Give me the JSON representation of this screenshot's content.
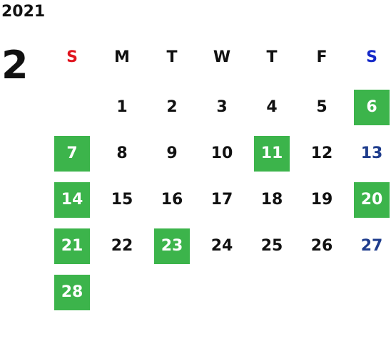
{
  "calendar": {
    "year": "2021",
    "month": "2",
    "weekdays": [
      {
        "label": "S",
        "color": "#e0141e"
      },
      {
        "label": "M",
        "color": "#111111"
      },
      {
        "label": "T",
        "color": "#111111"
      },
      {
        "label": "W",
        "color": "#111111"
      },
      {
        "label": "T",
        "color": "#111111"
      },
      {
        "label": "F",
        "color": "#111111"
      },
      {
        "label": "S",
        "color": "#1428c8"
      }
    ],
    "highlight_color": "#3cb44b",
    "saturday_color": "#1e3c8c",
    "weeks": [
      [
        null,
        "1",
        "2",
        "3",
        "4",
        "5",
        "6"
      ],
      [
        "7",
        "8",
        "9",
        "10",
        "11",
        "12",
        "13"
      ],
      [
        "14",
        "15",
        "16",
        "17",
        "18",
        "19",
        "20"
      ],
      [
        "21",
        "22",
        "23",
        "24",
        "25",
        "26",
        "27"
      ],
      [
        "28",
        null,
        null,
        null,
        null,
        null,
        null
      ]
    ],
    "highlighted": [
      "6",
      "7",
      "11",
      "14",
      "20",
      "21",
      "23",
      "28"
    ]
  }
}
